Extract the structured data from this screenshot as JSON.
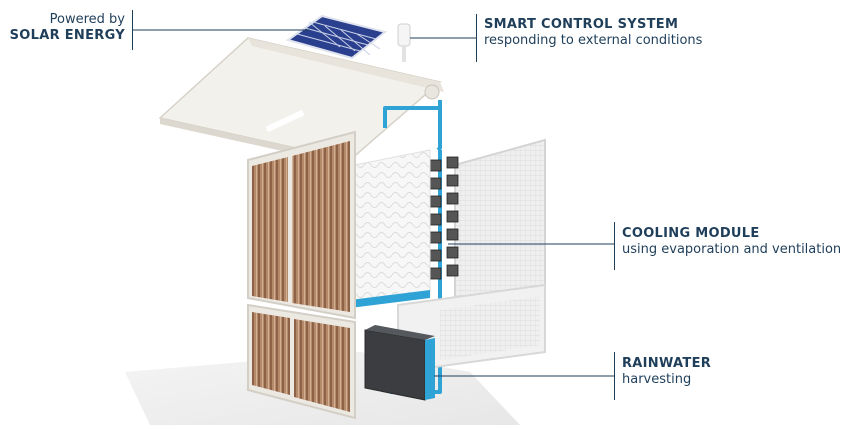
{
  "callouts": {
    "solar": {
      "line1": "Powered by",
      "line2": "SOLAR ENERGY"
    },
    "smart": {
      "title": "SMART CONTROL SYSTEM",
      "subtitle": "responding to external conditions"
    },
    "cooling": {
      "title": "COOLING MODULE",
      "subtitle": "using evaporation and ventilation"
    },
    "rain": {
      "title": "RAINWATER",
      "subtitle": "harvesting"
    }
  },
  "colors": {
    "text": "#1f3e5a",
    "pipe": "#2fa3d6",
    "wood": "#b08566",
    "panel": "#f2efe9",
    "solar": "#2b3f8f"
  }
}
